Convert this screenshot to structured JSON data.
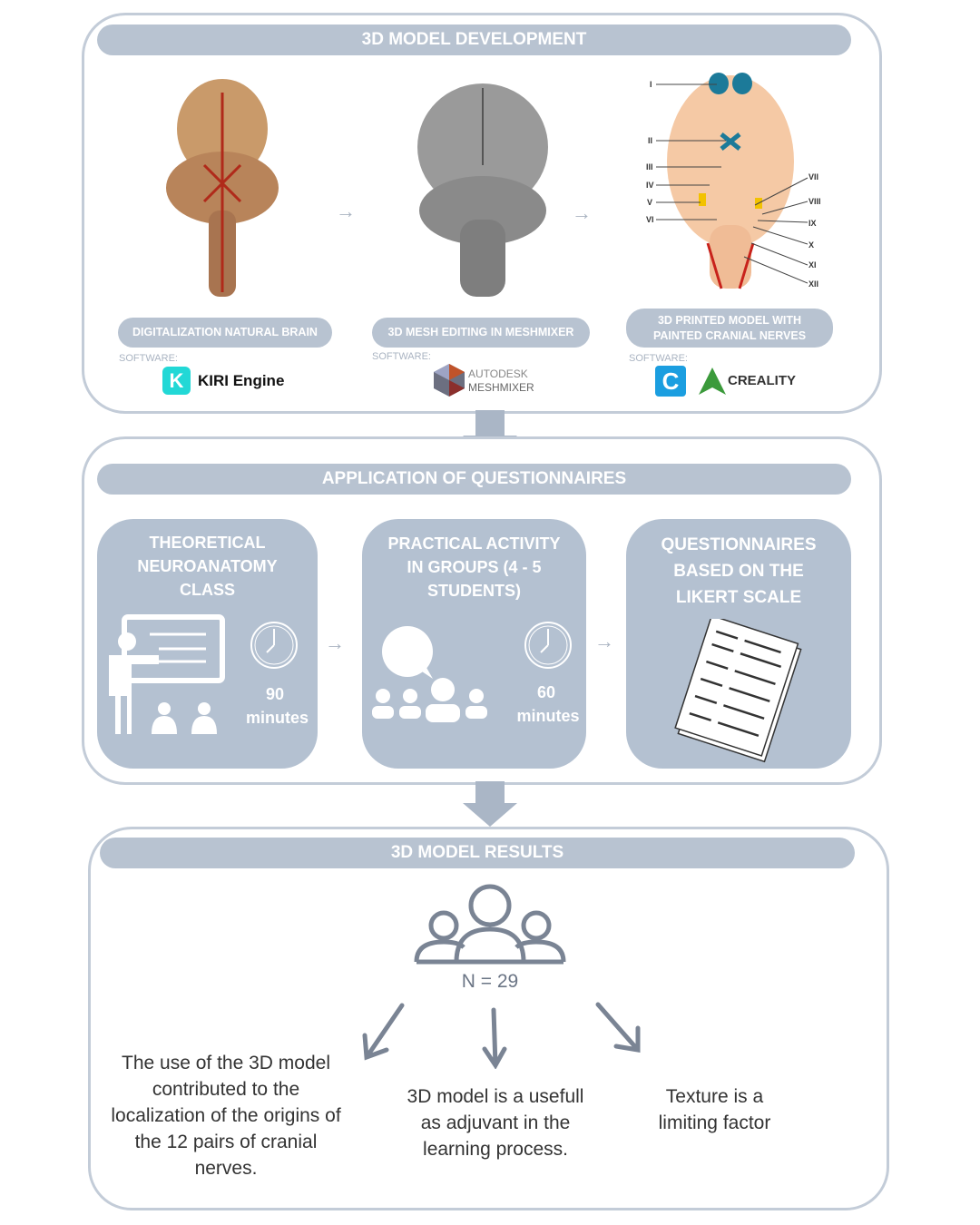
{
  "section1": {
    "title": "3D MODEL DEVELOPMENT",
    "steps": [
      {
        "label": "DIGITALIZATION NATURAL BRAIN",
        "software_label": "SOFTWARE:",
        "software": [
          "KIRI Engine"
        ]
      },
      {
        "label": "3D MESH EDITING IN MESHMIXER",
        "software_label": "SOFTWARE:",
        "software": [
          "AUTODESK",
          "MESHMIXER"
        ]
      },
      {
        "label": "3D PRINTED MODEL WITH PAINTED CRANIAL NERVES",
        "software_label": "SOFTWARE:",
        "software": [
          "CREALITY"
        ]
      }
    ],
    "nerve_labels": [
      "I",
      "II",
      "III",
      "IV",
      "V",
      "VI",
      "VII",
      "VIII",
      "IX",
      "X",
      "XI",
      "XII"
    ]
  },
  "section2": {
    "title": "APPLICATION OF QUESTIONNAIRES",
    "cards": [
      {
        "title": "THEORETICAL NEUROANATOMY CLASS",
        "duration": "90",
        "unit": "minutes"
      },
      {
        "title": "PRACTICAL ACTIVITY IN GROUPS (4 - 5 STUDENTS)",
        "duration": "60",
        "unit": "minutes"
      },
      {
        "title": "QUESTIONNAIRES BASED ON THE LIKERT SCALE"
      }
    ]
  },
  "section3": {
    "title": "3D MODEL RESULTS",
    "n": "N = 29",
    "results": [
      "The use of the 3D model contributed to the localization of the origins of the 12 pairs of cranial nerves.",
      "3D model is a usefull as adjuvant in the learning process.",
      "Texture is a limiting factor"
    ]
  },
  "colors": {
    "panel": "#b8c3d1",
    "border": "#c3ccd8",
    "text": "#333333",
    "icon": "#7a8494"
  }
}
